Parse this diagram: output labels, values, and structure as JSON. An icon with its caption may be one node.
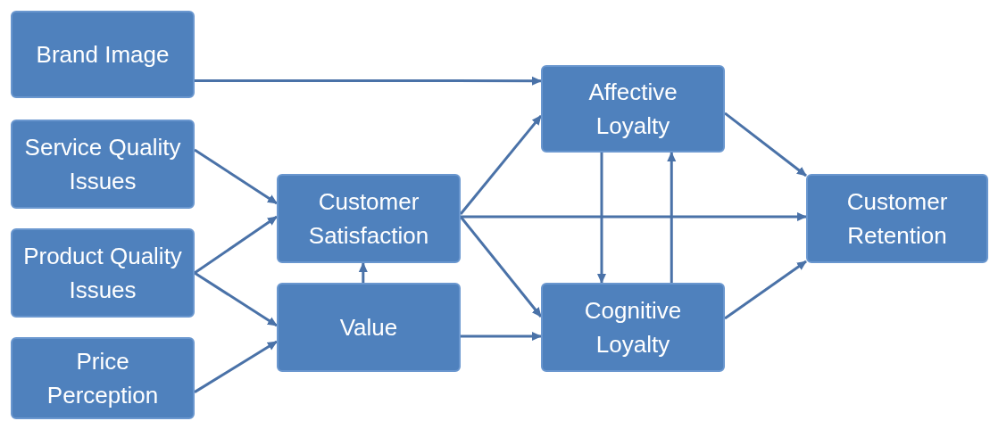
{
  "diagram": {
    "nodes": [
      {
        "text": [
          "Brand Image"
        ]
      },
      {
        "text": [
          "Service Quality Issues"
        ]
      },
      {
        "text": [
          "Product Quality Issues"
        ]
      },
      {
        "text": [
          "Price Perception"
        ]
      },
      {
        "text": [
          "Customer Satisfaction"
        ]
      },
      {
        "text": [
          "Value"
        ]
      },
      {
        "text": [
          "Affective Loyalty"
        ]
      },
      {
        "text": [
          "Cognitive Loyalty"
        ]
      },
      {
        "text": [
          "Customer Retention"
        ]
      }
    ],
    "edges": [
      {
        "from": 0,
        "to": 6,
        "arrow": "to"
      },
      {
        "from": 1,
        "to": 4,
        "arrow": "to"
      },
      {
        "from": 2,
        "to": 4,
        "arrow": "to"
      },
      {
        "from": 2,
        "to": 5,
        "arrow": "to"
      },
      {
        "from": 3,
        "to": 5,
        "arrow": "to"
      },
      {
        "from": 5,
        "to": 4,
        "arrow": "to"
      },
      {
        "from": 4,
        "to": 6,
        "arrow": "to"
      },
      {
        "from": 4,
        "to": 8,
        "arrow": "to"
      },
      {
        "from": 4,
        "to": 7,
        "arrow": "to"
      },
      {
        "from": 5,
        "to": 7,
        "arrow": "to"
      },
      {
        "from": 6,
        "to": 7,
        "arrow": "to"
      },
      {
        "from": 7,
        "to": 6,
        "arrow": "to"
      },
      {
        "from": 6,
        "to": 8,
        "arrow": "to"
      },
      {
        "from": 7,
        "to": 8,
        "arrow": "to"
      }
    ]
  }
}
